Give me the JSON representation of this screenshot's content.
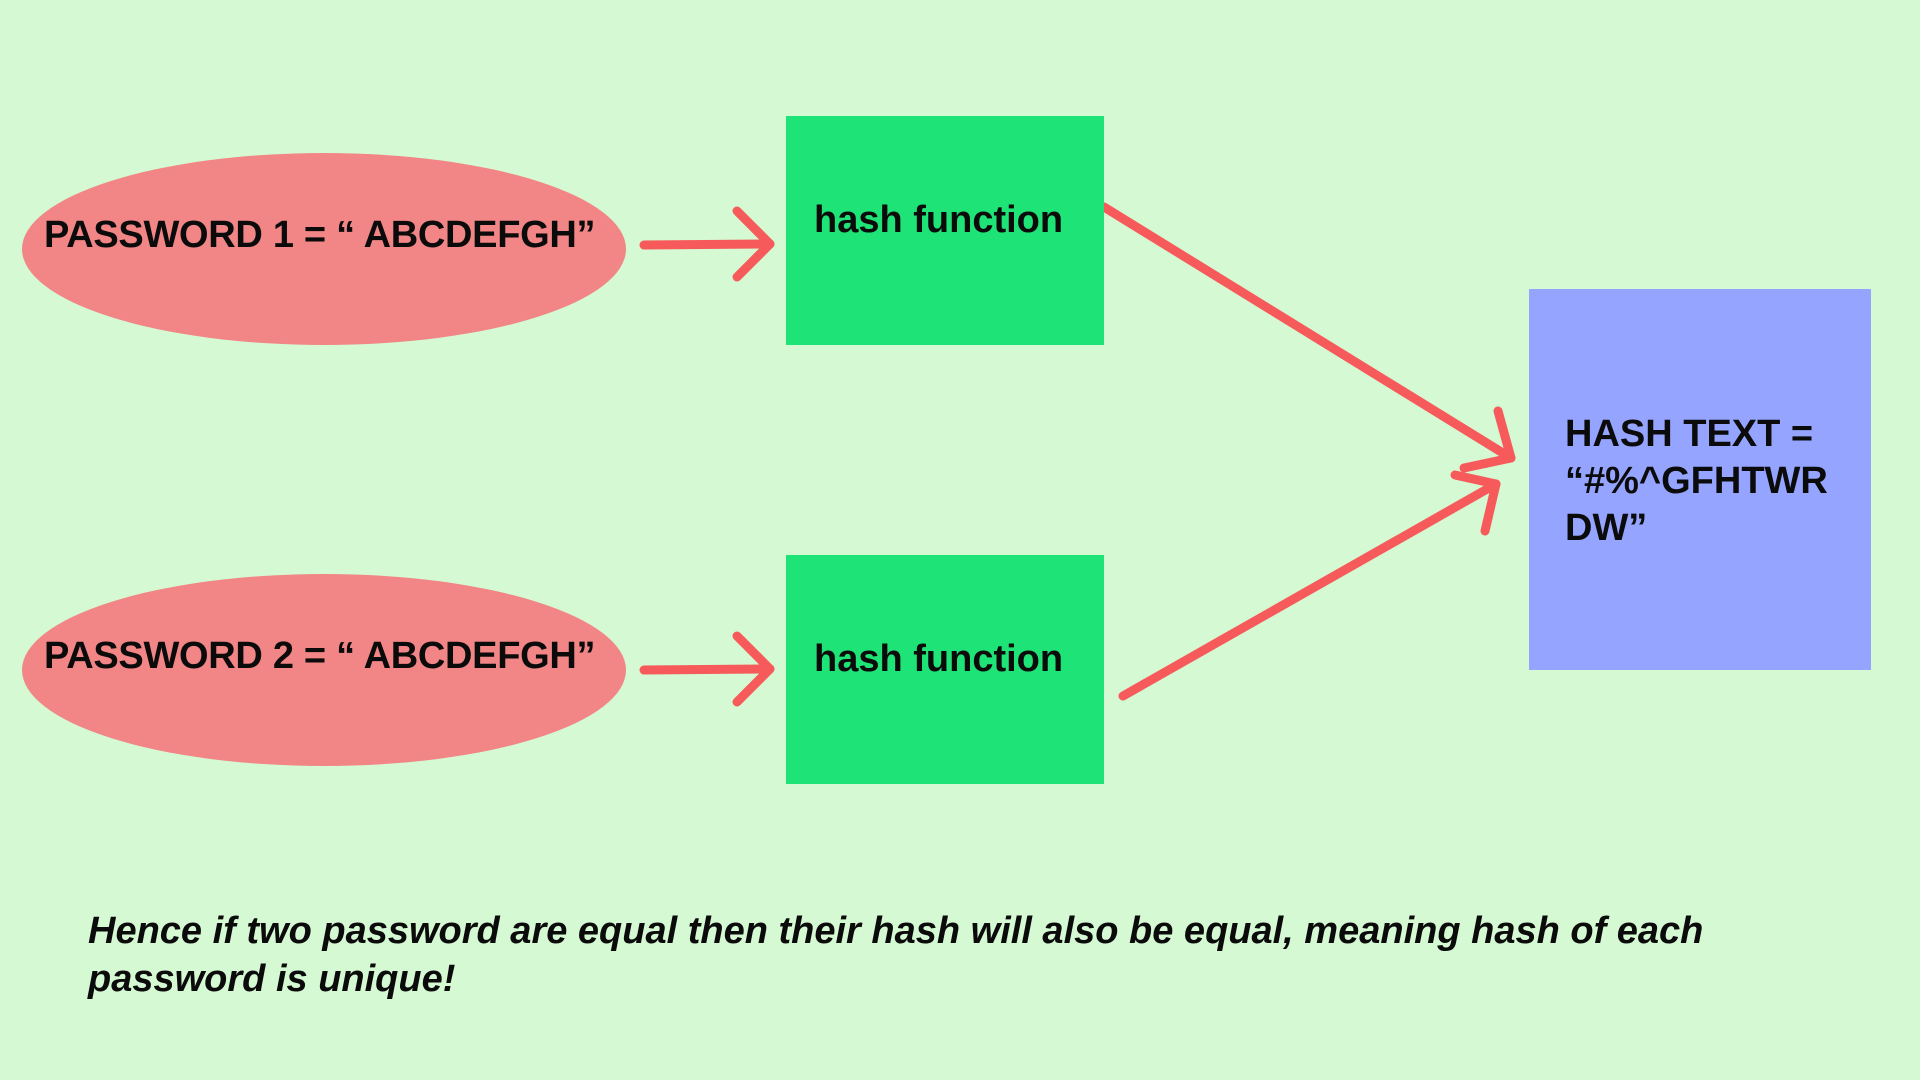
{
  "diagram": {
    "inputs": [
      {
        "label": "PASSWORD 1 = “ ABCDEFGH”"
      },
      {
        "label": "PASSWORD 2 = “ ABCDEFGH”"
      }
    ],
    "functions": [
      {
        "label": "hash function"
      },
      {
        "label": "hash function"
      }
    ],
    "output": {
      "lines": [
        "HASH TEXT =",
        "“#%^GFHTWR",
        "DW”"
      ]
    },
    "caption": "Hence if two password are equal then their hash will also be equal, meaning hash of each password is unique!",
    "colors": {
      "background": "#d5f9d2",
      "input_fill": "#f28686",
      "function_fill": "#1ee376",
      "output_fill": "#94a4ff",
      "arrow": "#f75a5a"
    }
  }
}
